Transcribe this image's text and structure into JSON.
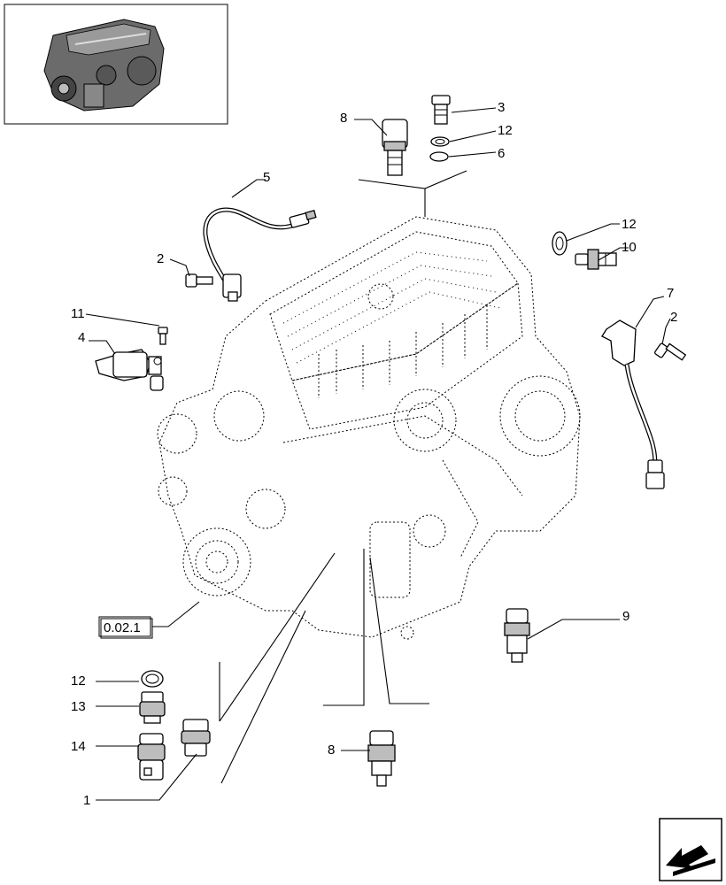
{
  "diagram": {
    "thumbnail_icon": "engine-thumbnail-icon",
    "main_icon": "engine-assembly-icon",
    "nav_icon": "next-page-arrow-icon",
    "reference_label": "0.02.1",
    "callouts": {
      "c1": "1",
      "c2a": "2",
      "c2b": "2",
      "c3": "3",
      "c4": "4",
      "c5": "5",
      "c6": "6",
      "c7": "7",
      "c8a": "8",
      "c8b": "8",
      "c9": "9",
      "c10": "10",
      "c11": "11",
      "c12a": "12",
      "c12b": "12",
      "c12c": "12",
      "c13": "13",
      "c14": "14"
    }
  }
}
